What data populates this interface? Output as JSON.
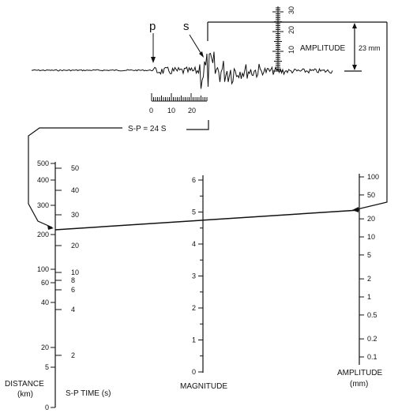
{
  "seismogram": {
    "p_label": "p",
    "s_label": "s",
    "timescale_ticks": [
      "0",
      "10",
      "20"
    ],
    "amplitude_scale_ticks": [
      "10",
      "20",
      "30"
    ],
    "amplitude_label": "AMPLITUDE",
    "amplitude_value": "23 mm",
    "sp_label": "S-P = 24 S"
  },
  "nomogram": {
    "distance_ticks": [
      "500",
      "400",
      "300",
      "200",
      "100",
      "60",
      "40",
      "20",
      "5",
      "0"
    ],
    "distance_values": [
      500,
      400,
      300,
      200,
      100,
      60,
      40,
      20,
      5,
      0
    ],
    "sp_ticks": [
      "50",
      "40",
      "30",
      "20",
      "10",
      "8",
      "6",
      "4",
      "2"
    ],
    "sp_values": [
      50,
      40,
      30,
      20,
      10,
      8,
      6,
      4,
      2
    ],
    "magnitude_ticks": [
      "0",
      "1",
      "2",
      "3",
      "4",
      "5",
      "6"
    ],
    "amplitude_ticks": [
      "100",
      "50",
      "20",
      "10",
      "5",
      "2",
      "1",
      "0.5",
      "0.2",
      "0.1"
    ],
    "amplitude_values": [
      100,
      50,
      20,
      10,
      5,
      2,
      1,
      0.5,
      0.2,
      0.1
    ],
    "distance_label_1": "DISTANCE",
    "distance_label_2": "(km)",
    "sp_time_label": "S-P TIME (s)",
    "magnitude_label": "MAGNITUDE",
    "amplitude_label_1": "AMPLITUDE",
    "amplitude_label_2": "(mm)",
    "example": {
      "sp_time": 24,
      "amplitude": 23,
      "magnitude": 5,
      "distance": 210
    }
  }
}
